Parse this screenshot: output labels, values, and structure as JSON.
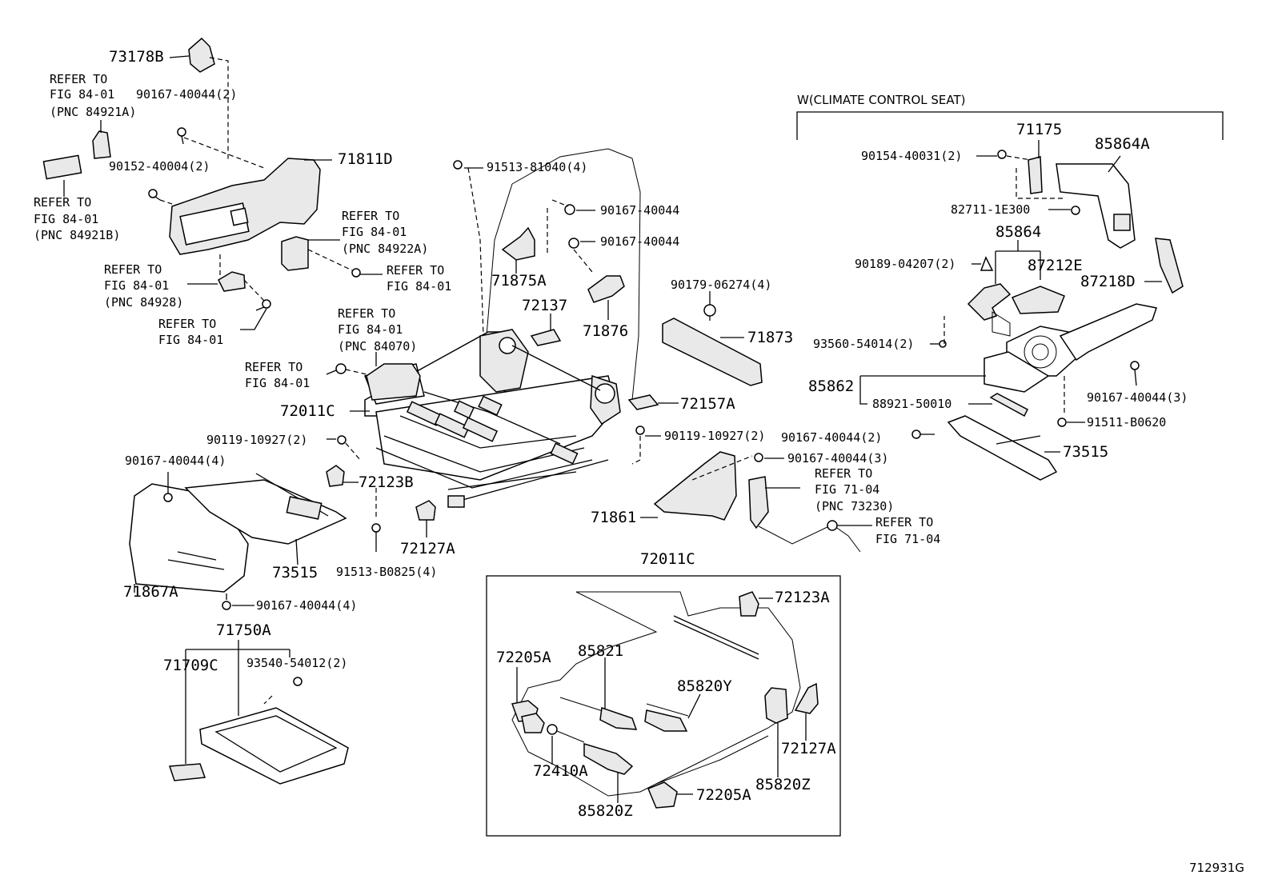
{
  "diagram": {
    "figure_code": "712931G",
    "climate_group_title": "W(CLIMATE CONTROL SEAT)",
    "inset_title": "72011C",
    "labels": {
      "p73178B": "73178B",
      "ref1_l1": "REFER TO",
      "ref1_l2": "FIG 84-01",
      "ref1_l3": "(PNC 84921A)",
      "p90167_40044_2a": "90167-40044(2)",
      "p90152_40004_2": "90152-40004(2)",
      "ref2_l1": "REFER TO",
      "ref2_l2": "FIG 84-01",
      "ref2_l3": "(PNC 84921B)",
      "p71811D": "71811D",
      "ref3_l1": "REFER TO",
      "ref3_l2": "FIG 84-01",
      "ref3_l3": "(PNC 84922A)",
      "ref4_l1": "REFER TO",
      "ref4_l2": "FIG 84-01",
      "ref5_l1": "REFER TO",
      "ref5_l2": "FIG 84-01",
      "ref5_l3": "(PNC 84928)",
      "ref6_l1": "REFER TO",
      "ref6_l2": "FIG 84-01",
      "p91513_81040_4": "91513-81040(4)",
      "p90167_40044_a": "90167-40044",
      "p90167_40044_b": "90167-40044",
      "p71875A": "71875A",
      "p71876": "71876",
      "p72137": "72137",
      "p90179_06274_4": "90179-06274(4)",
      "p71873": "71873",
      "ref7_l1": "REFER TO",
      "ref7_l2": "FIG 84-01",
      "ref7_l3": "(PNC 84070)",
      "ref8_l1": "REFER TO",
      "ref8_l2": "FIG 84-01",
      "p72011C": "72011C",
      "p72157A": "72157A",
      "p90119_10927_2a": "90119-10927(2)",
      "p90119_10927_2b": "90119-10927(2)",
      "p90167_40044_4a": "90167-40044(4)",
      "p72123B": "72123B",
      "p72127A": "72127A",
      "p91513_B0825_4": "91513-B0825(4)",
      "p73515a": "73515",
      "p71867A": "71867A",
      "p90167_40044_4b": "90167-40044(4)",
      "p71750A": "71750A",
      "p71709C": "71709C",
      "p93540_54012_2": "93540-54012(2)",
      "p71861": "71861",
      "p90167_40044_3a": "90167-40044(3)",
      "ref9_l1": "REFER TO",
      "ref9_l2": "FIG 71-04",
      "ref9_l3": "(PNC 73230)",
      "ref10_l1": "REFER TO",
      "ref10_l2": "FIG 71-04",
      "p90154_40031_2": "90154-40031(2)",
      "p71175": "71175",
      "p85864A": "85864A",
      "p82711_1E300": "82711-1E300",
      "p85864": "85864",
      "p90189_04207_2": "90189-04207(2)",
      "p87212E": "87212E",
      "p87218D": "87218D",
      "p93560_54014_2": "93560-54014(2)",
      "p85862": "85862",
      "p88921_50010": "88921-50010",
      "p90167_40044_3b": "90167-40044(3)",
      "p91511_B0620": "91511-B0620",
      "p90167_40044_2b": "90167-40044(2)",
      "p73515b": "73515",
      "i72123A": "72123A",
      "i72205A_a": "72205A",
      "i85821": "85821",
      "i85820Y": "85820Y",
      "i72127A": "72127A",
      "i72410A": "72410A",
      "i85820Z_a": "85820Z",
      "i85820Z_b": "85820Z",
      "i72205A_b": "72205A"
    }
  }
}
